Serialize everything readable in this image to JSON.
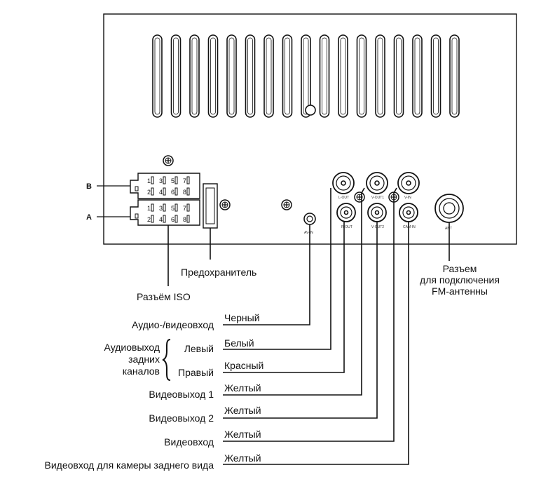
{
  "diagram": {
    "iso_row_labels": {
      "b": "B",
      "a": "A"
    },
    "iso_pins": {
      "top": [
        "1",
        "3",
        "5",
        "7"
      ],
      "bottom": [
        "2",
        "4",
        "6",
        "8"
      ]
    },
    "jacks": {
      "l_out": "L-OUT",
      "v_out1": "V-OUT1",
      "v_in": "V-IN",
      "r_out": "R-OUT",
      "v_out2": "V-OUT2",
      "cam_in": "CAM-IN",
      "av_in": "AV-IN",
      "ant": "ANT"
    },
    "callouts": {
      "fuse": "Предохранитель",
      "iso": "Разъём ISO",
      "fm_line1": "Разъем",
      "fm_line2": "для подключения",
      "fm_line3": "FM-антенны"
    },
    "wires": [
      {
        "label": "Аудио-/видеовход",
        "color": "Черный"
      },
      {
        "label": "Левый",
        "color": "Белый"
      },
      {
        "label": "Правый",
        "color": "Красный"
      },
      {
        "label": "Видеовыход 1",
        "color": "Желтый"
      },
      {
        "label": "Видеовыход 2",
        "color": "Желтый"
      },
      {
        "label": "Видеовход",
        "color": "Желтый"
      },
      {
        "label": "Видеовход для камеры заднего вида",
        "color": "Желтый"
      }
    ],
    "rear_audio_group": [
      "Аудиовыход",
      "задних",
      "каналов"
    ]
  }
}
